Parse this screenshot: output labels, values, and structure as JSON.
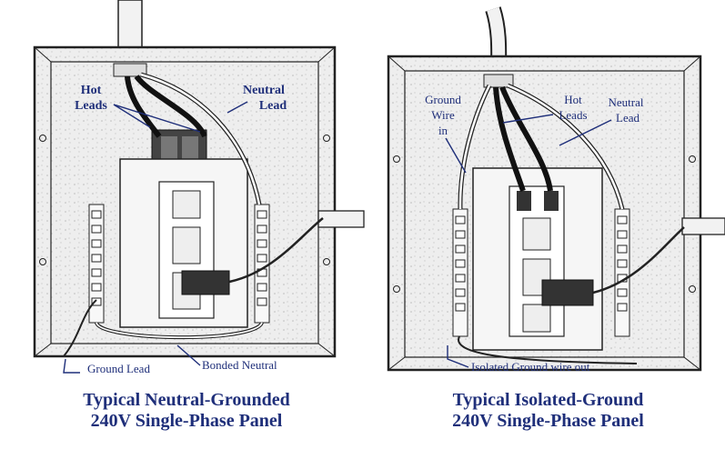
{
  "colors": {
    "label": "#1f2f7a",
    "ink": "#222222",
    "box_fill": "#eeeeee"
  },
  "left_panel": {
    "labels": {
      "hot_leads_line1": "Hot",
      "hot_leads_line2": "Leads",
      "neutral_lead_line1": "Neutral",
      "neutral_lead_line2": "Lead",
      "ground_lead": "Ground Lead",
      "bonded_neutral": "Bonded Neutral"
    },
    "caption_line1": "Typical Neutral-Grounded",
    "caption_line2": "240V Single-Phase Panel"
  },
  "right_panel": {
    "labels": {
      "ground_wire_line1": "Ground",
      "ground_wire_line2": "Wire",
      "ground_wire_line3": "in",
      "hot_leads_line1": "Hot",
      "hot_leads_line2": "Leads",
      "neutral_lead_line1": "Neutral",
      "neutral_lead_line2": "Lead",
      "isolated_ground": "Isolated Ground wire out"
    },
    "caption_line1": "Typical Isolated-Ground",
    "caption_line2": "240V Single-Phase Panel"
  }
}
